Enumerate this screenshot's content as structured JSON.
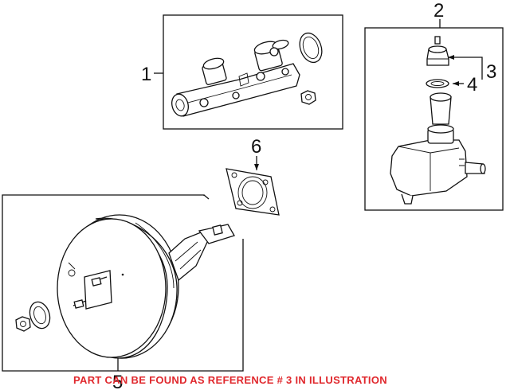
{
  "diagram": {
    "callouts": {
      "master_cylinder": "1",
      "reservoir_assembly": "2",
      "reservoir_cap": "3",
      "cap_seal": "4",
      "brake_booster": "5",
      "booster_gasket": "6"
    },
    "note": "PART CAN BE FOUND AS REFERENCE # 3 IN ILLUSTRATION",
    "colors": {
      "line": "#111111",
      "note": "#e0282d",
      "background": "#ffffff"
    }
  }
}
